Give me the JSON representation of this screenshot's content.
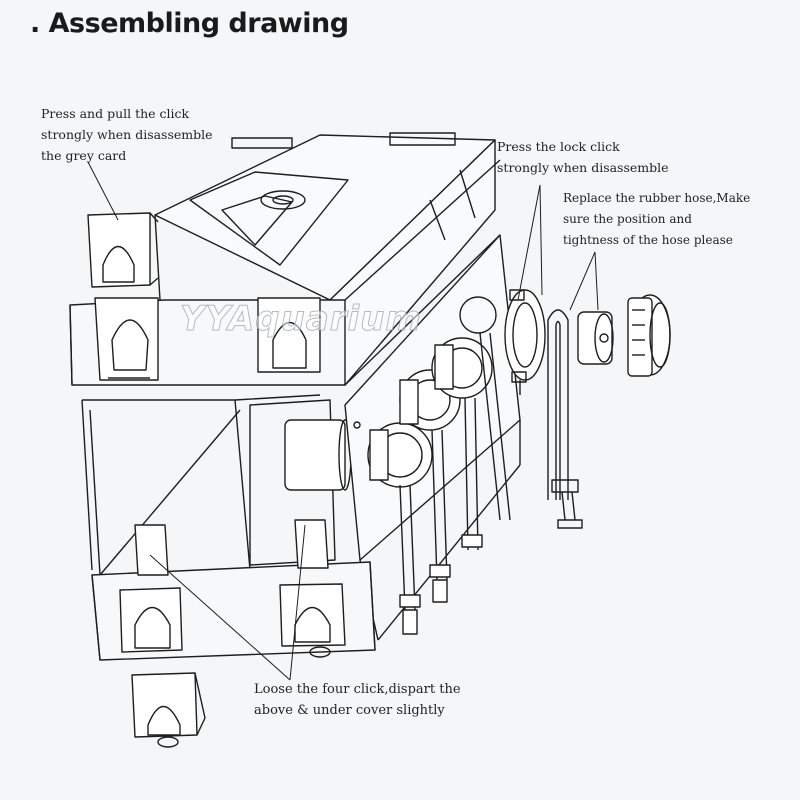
{
  "title": ". Assembling drawing",
  "callouts": {
    "grey_card": "Press and pull the click\nstrongly when disassemble\nthe grey card",
    "lock_click": "Press the lock click\nstrongly when disassemble",
    "rubber_hose": "Replace the rubber hose,Make\nsure the position and\ntightness of the hose please",
    "four_click": "Loose the four click,dispart the\nabove & under cover slightly"
  },
  "watermark": "YYAquarium",
  "colors": {
    "line": "#1e1e1e",
    "paper": "#f4f6f8",
    "text": "#222222"
  }
}
